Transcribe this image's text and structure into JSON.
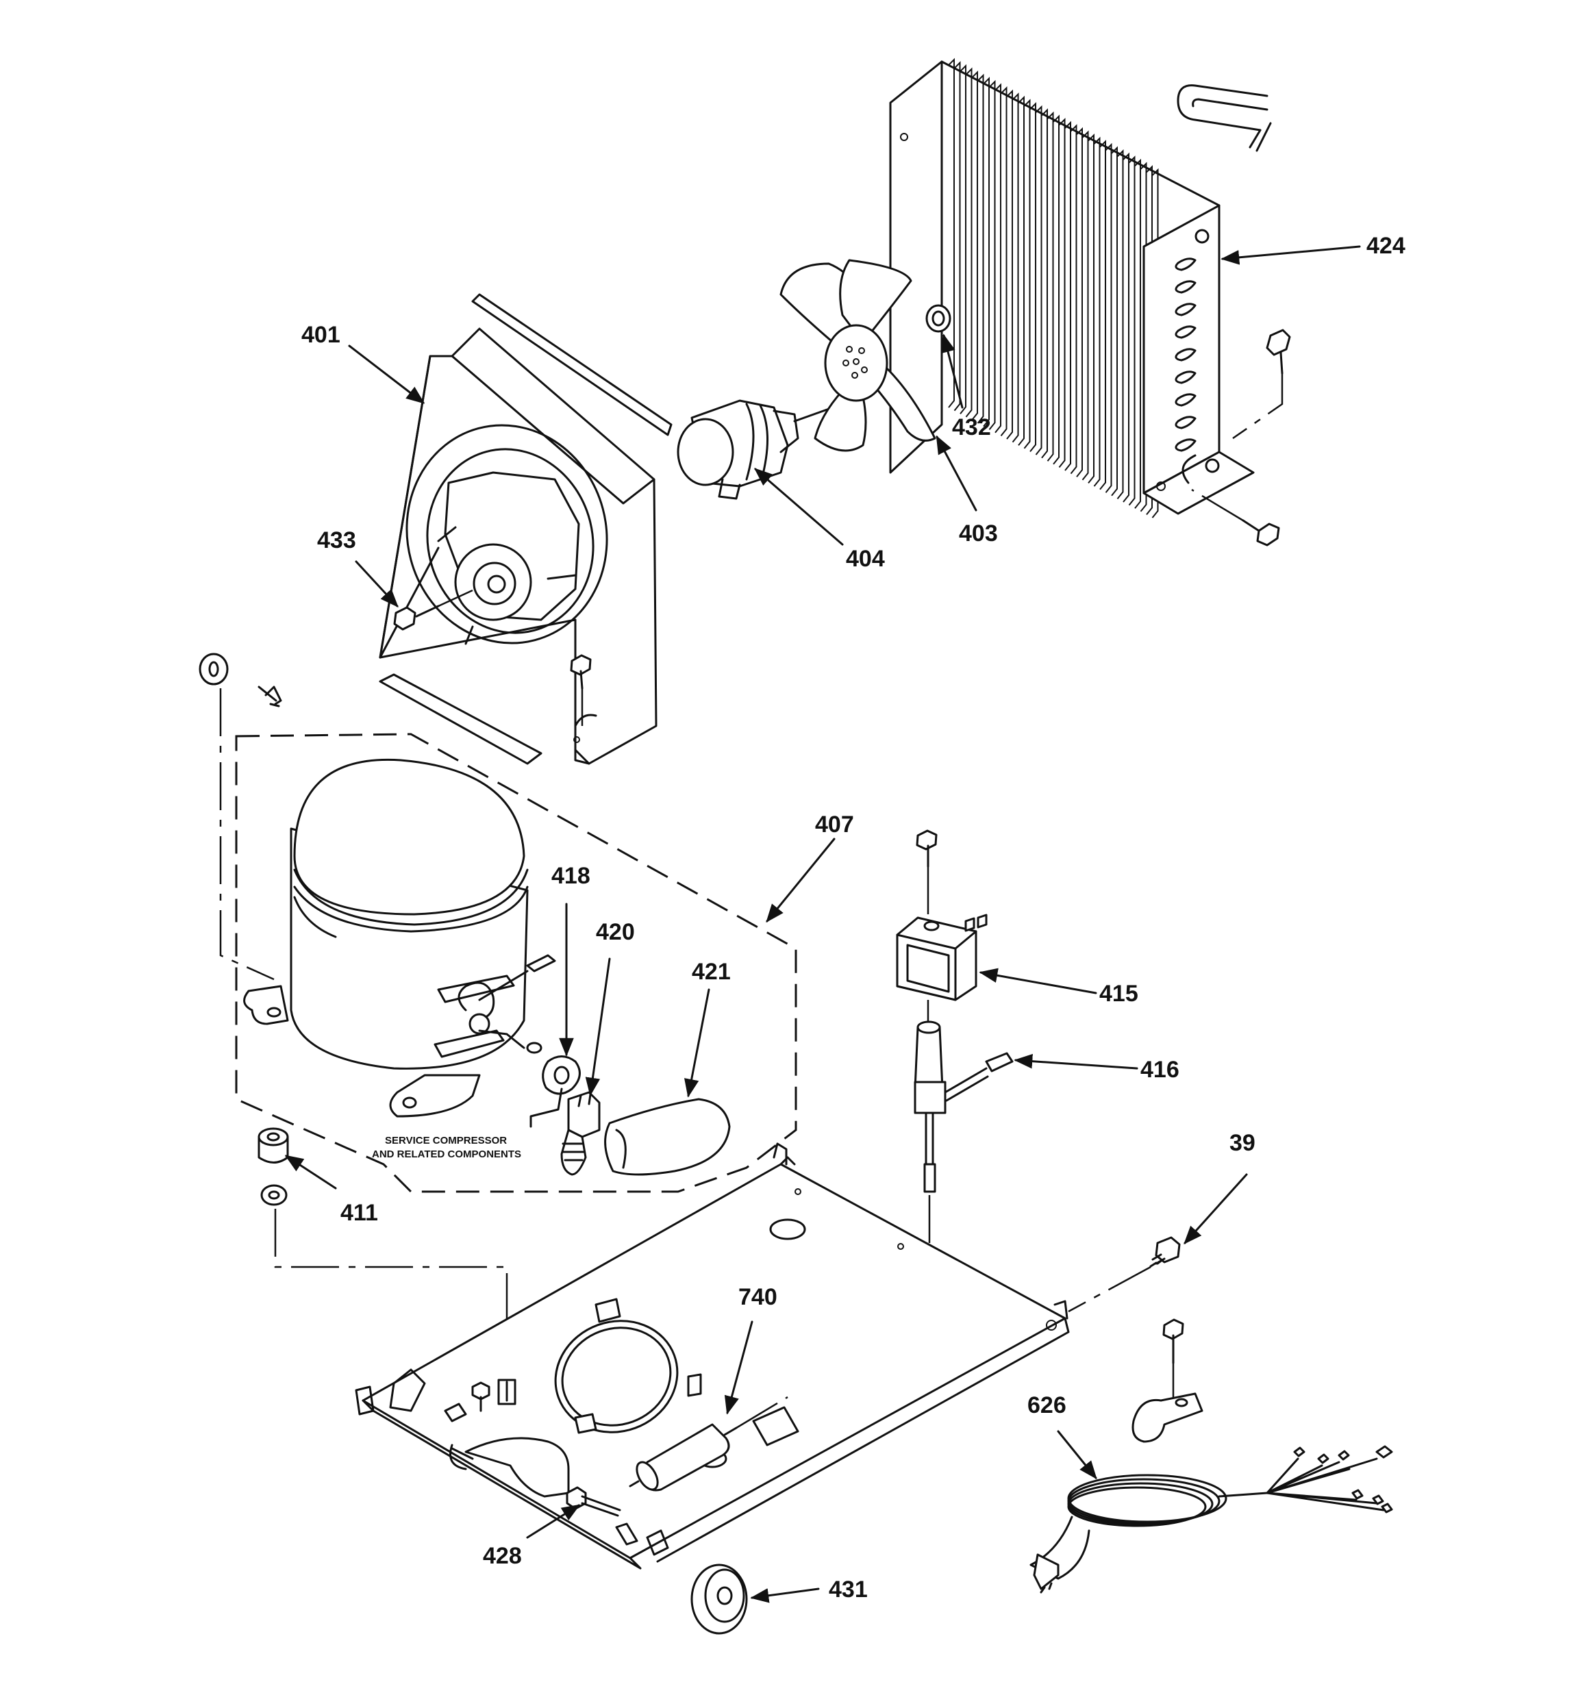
{
  "diagram": {
    "callouts": {
      "c401": "401",
      "c433": "433",
      "c404": "404",
      "c403": "403",
      "c432": "432",
      "c424": "424",
      "c407": "407",
      "c418": "418",
      "c420": "420",
      "c421": "421",
      "c411": "411",
      "c415": "415",
      "c416": "416",
      "c39": "39",
      "c740": "740",
      "c626": "626",
      "c428": "428",
      "c431": "431"
    },
    "note_line1": "SERVICE COMPRESSOR",
    "note_line2": "AND RELATED COMPONENTS"
  }
}
